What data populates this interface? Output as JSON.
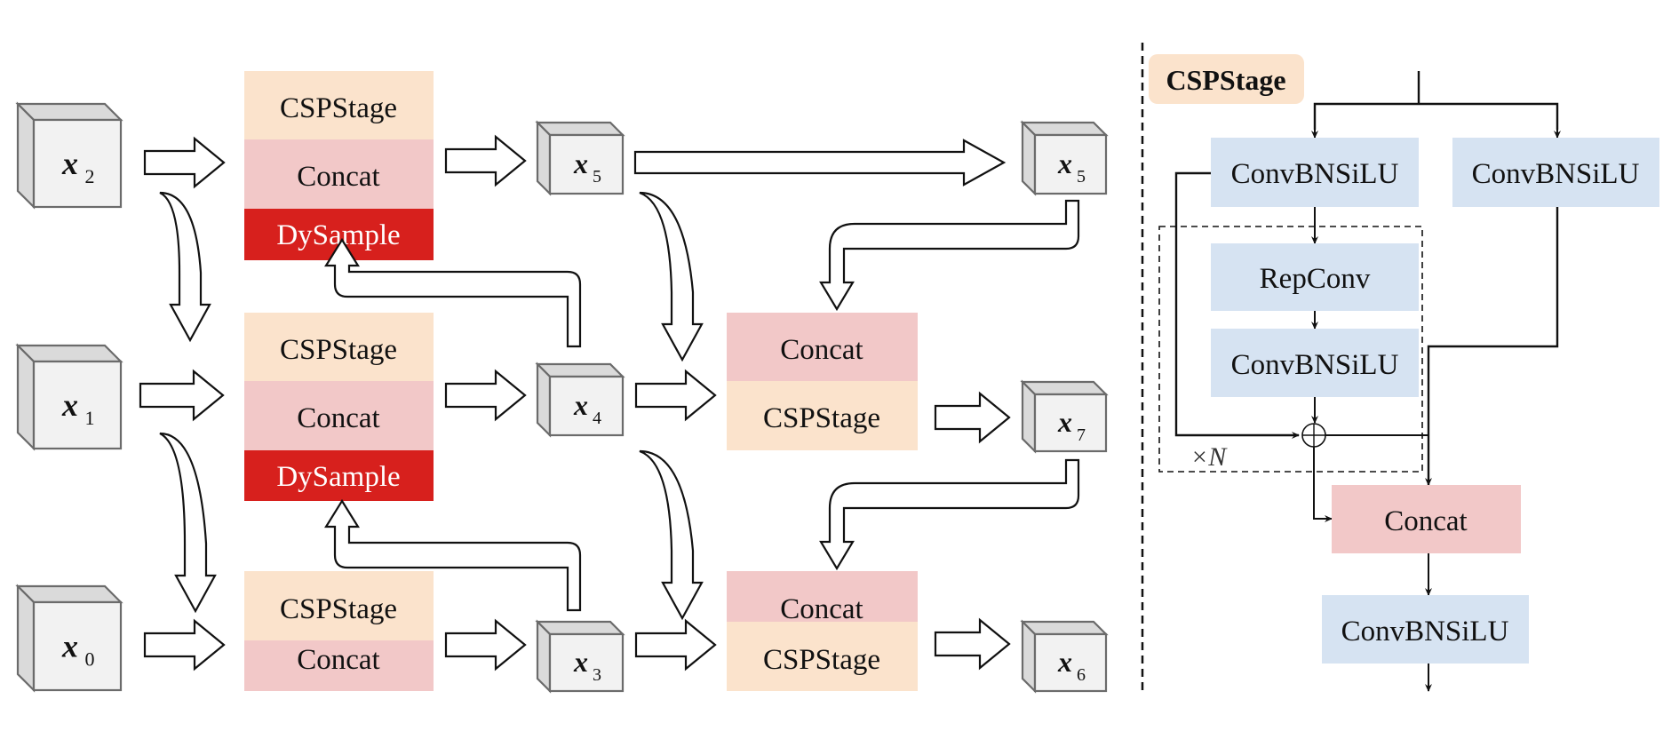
{
  "colors": {
    "csp_fill": "#fbe3cc",
    "concat_fill": "#f2c8c8",
    "dysample_fill": "#d7201d",
    "conv_fill": "#d6e3f2",
    "cube_front": "#f2f2f2",
    "cube_side": "#dadada",
    "cube_edge": "#6b6b6b"
  },
  "cubes": [
    {
      "id": "x2",
      "var": "x",
      "sub": "2"
    },
    {
      "id": "x1",
      "var": "x",
      "sub": "1"
    },
    {
      "id": "x0",
      "var": "x",
      "sub": "0"
    },
    {
      "id": "x5a",
      "var": "x",
      "sub": "5"
    },
    {
      "id": "x4",
      "var": "x",
      "sub": "4"
    },
    {
      "id": "x3",
      "var": "x",
      "sub": "3"
    },
    {
      "id": "x5b",
      "var": "x",
      "sub": "5"
    },
    {
      "id": "x7",
      "var": "x",
      "sub": "7"
    },
    {
      "id": "x6",
      "var": "x",
      "sub": "6"
    }
  ],
  "blocks": {
    "top": [
      "CSPStage",
      "Concat",
      "DySample"
    ],
    "middle": [
      "CSPStage",
      "Concat",
      "DySample"
    ],
    "bottom": [
      "CSPStage",
      "Concat"
    ],
    "right_mid": [
      "Concat",
      "CSPStage"
    ],
    "right_bottom": [
      "Concat",
      "CSPStage"
    ]
  },
  "detail": {
    "title": "CSPStage",
    "conv1": "ConvBNSiLU",
    "conv2": "ConvBNSiLU",
    "repconv": "RepConv",
    "conv3": "ConvBNSiLU",
    "repeat_label": "×N",
    "concat": "Concat",
    "conv_out": "ConvBNSiLU"
  }
}
